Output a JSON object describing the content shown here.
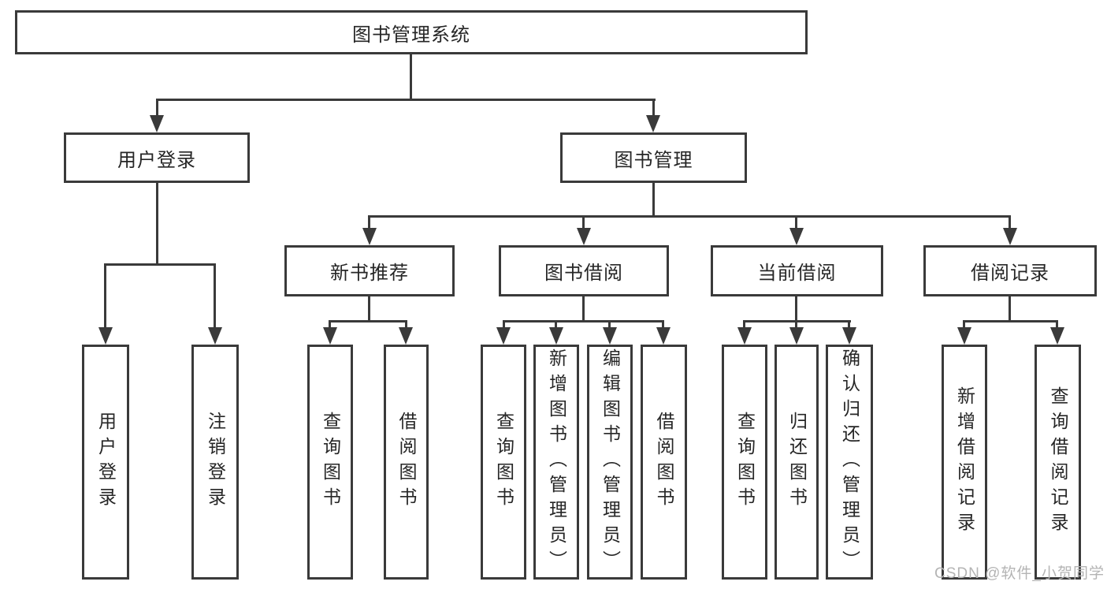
{
  "diagram_title": "图书管理系统",
  "tree": {
    "root": {
      "label": "图书管理系统"
    },
    "branches": [
      {
        "label": "用户登录",
        "children": [
          {
            "label": "用户登录"
          },
          {
            "label": "注销登录"
          }
        ]
      },
      {
        "label": "图书管理",
        "children": [
          {
            "label": "新书推荐",
            "children": [
              {
                "label": "查询图书"
              },
              {
                "label": "借阅图书"
              }
            ]
          },
          {
            "label": "图书借阅",
            "children": [
              {
                "label": "查询图书"
              },
              {
                "label": "新增图书（管理员）"
              },
              {
                "label": "编辑图书（管理员）"
              },
              {
                "label": "借阅图书"
              }
            ]
          },
          {
            "label": "当前借阅",
            "children": [
              {
                "label": "查询图书"
              },
              {
                "label": "归还图书"
              },
              {
                "label": "确认归还（管理员）"
              }
            ]
          },
          {
            "label": "借阅记录",
            "children": [
              {
                "label": "新增借阅记录"
              },
              {
                "label": "查询借阅记录"
              }
            ]
          }
        ]
      }
    ]
  },
  "watermark": {
    "text": "CSDN @软件_小贺同学"
  },
  "colors": {
    "line": "#3a3a3a",
    "box_border": "#3a3a3a",
    "text": "#262626",
    "background": "#ffffff",
    "watermark": "#b4b4b4"
  }
}
